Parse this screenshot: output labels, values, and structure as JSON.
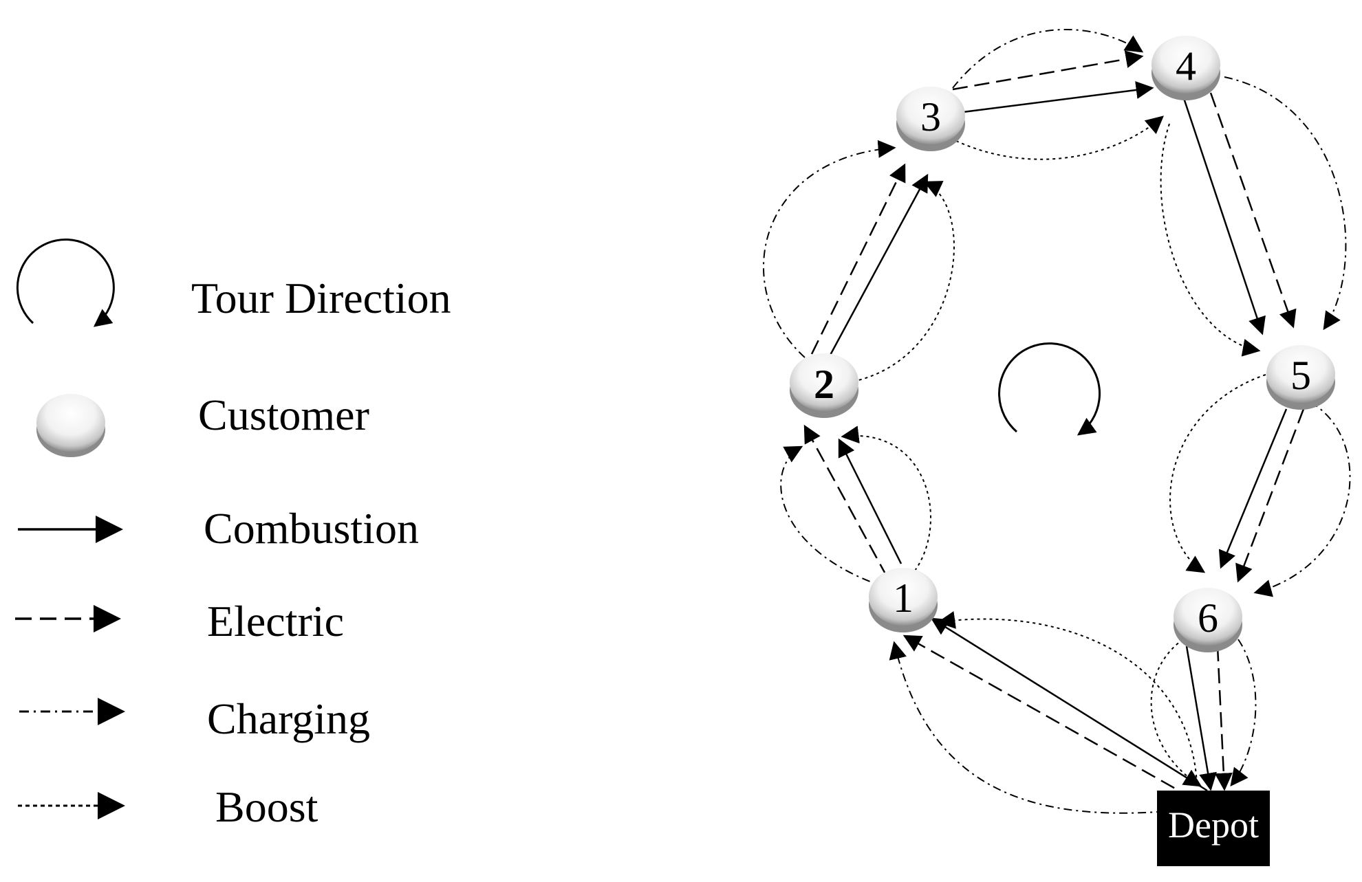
{
  "legend": {
    "tour_direction": "Tour Direction",
    "customer": "Customer",
    "combustion": "Combustion",
    "electric": "Electric",
    "charging": "Charging",
    "boost": "Boost"
  },
  "nodes": [
    {
      "id": "1",
      "label": "1"
    },
    {
      "id": "2",
      "label": "2"
    },
    {
      "id": "3",
      "label": "3"
    },
    {
      "id": "4",
      "label": "4"
    },
    {
      "id": "5",
      "label": "5"
    },
    {
      "id": "6",
      "label": "6"
    },
    {
      "id": "depot",
      "label": "Depot"
    }
  ],
  "tour_order": [
    "depot",
    "1",
    "2",
    "3",
    "4",
    "5",
    "6",
    "depot"
  ],
  "edge_modes": [
    "combustion",
    "electric",
    "charging",
    "boost"
  ],
  "colors": {
    "ink": "#000000",
    "depot_fill": "#000000",
    "depot_text": "#ffffff",
    "node_light": "#ffffff",
    "node_dark": "#9a9a9a"
  }
}
